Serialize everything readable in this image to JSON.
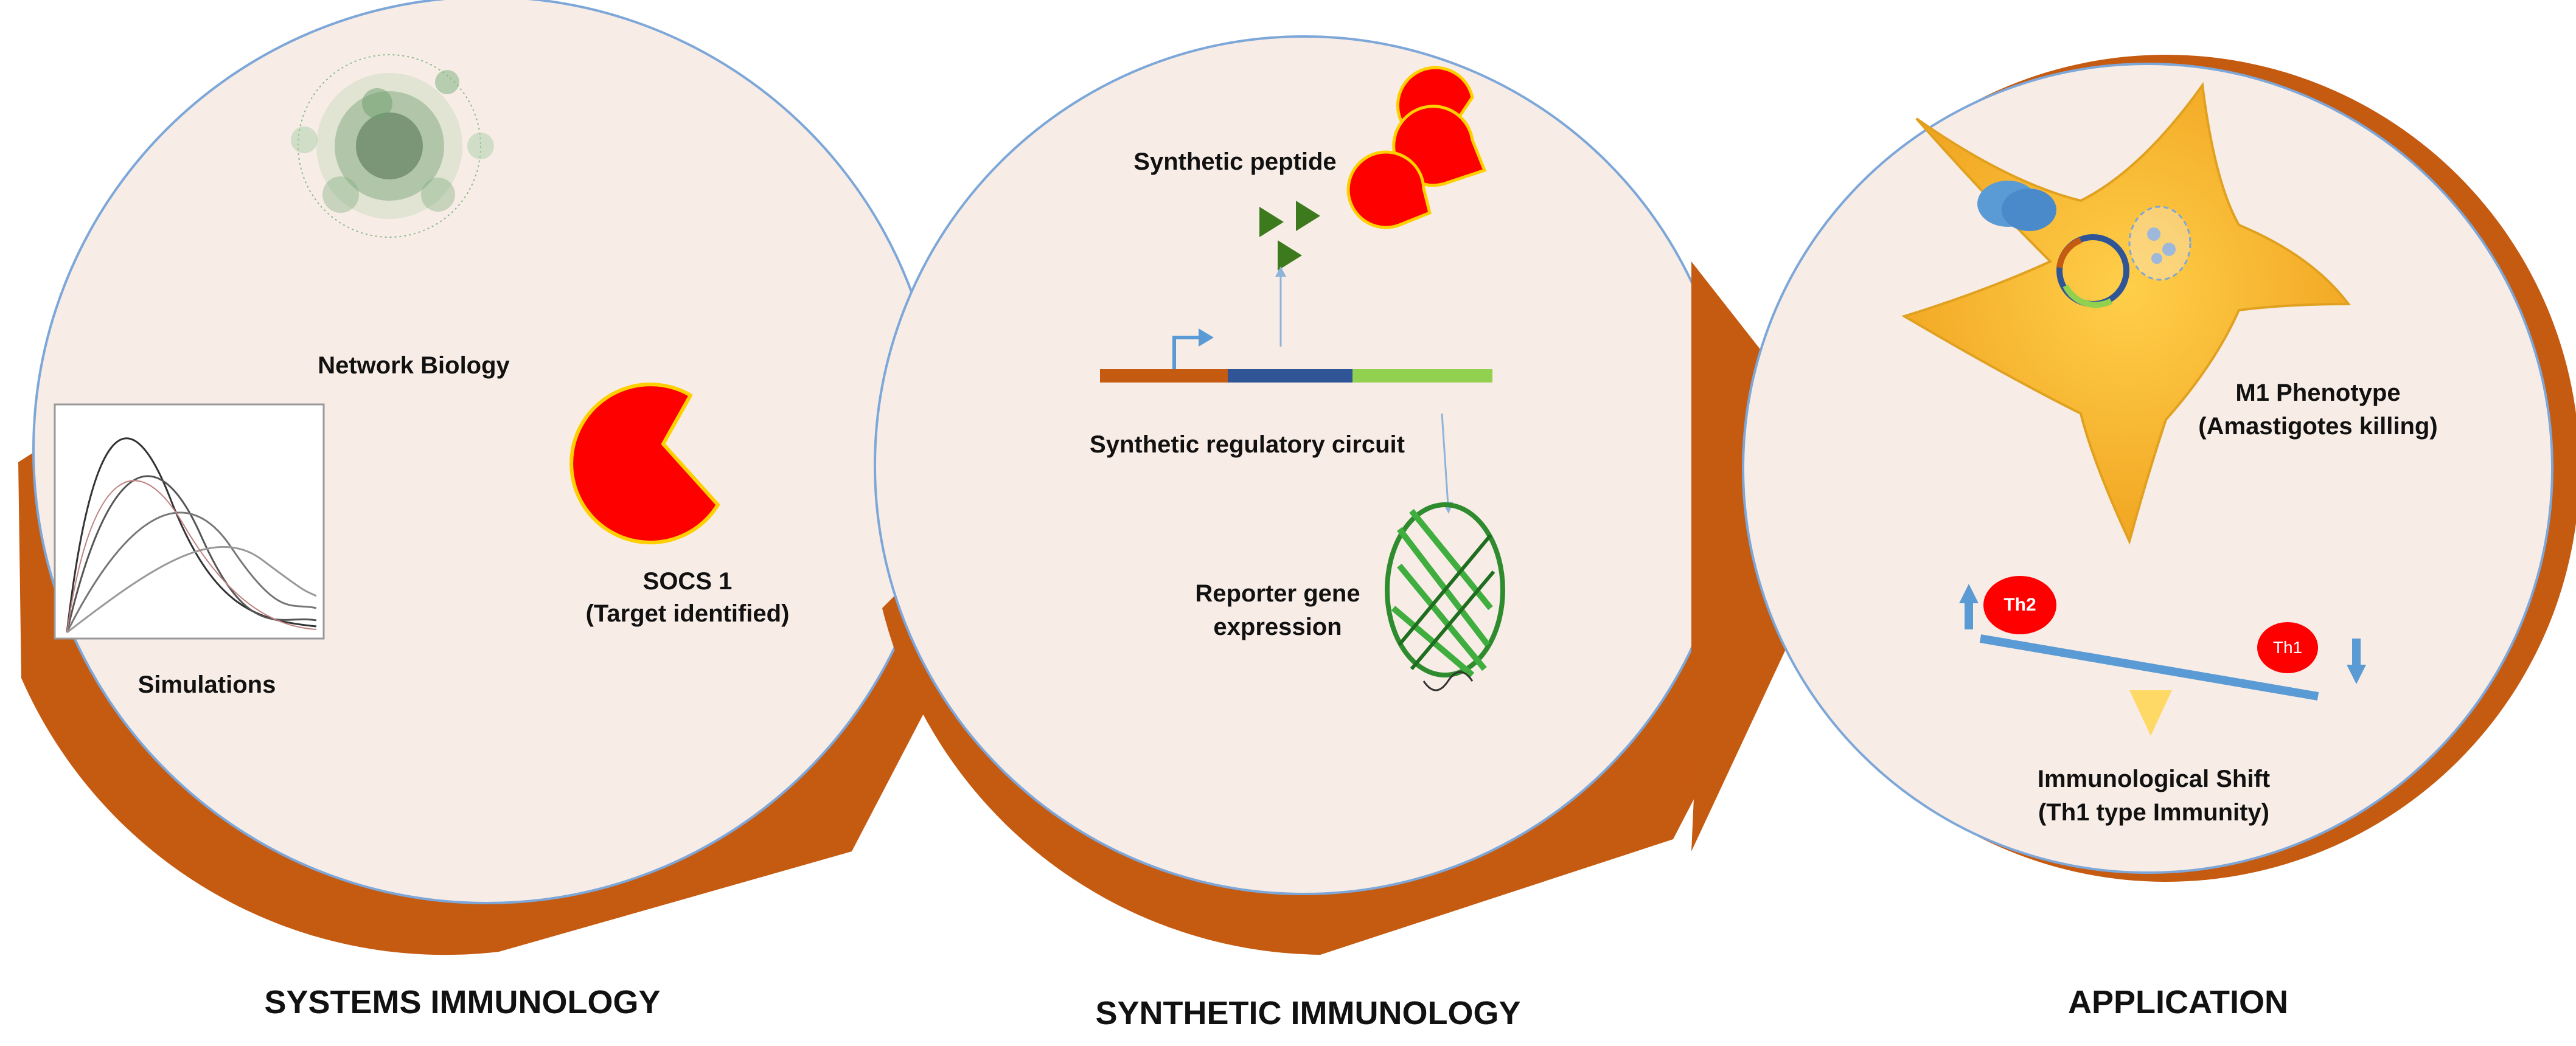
{
  "panels": [
    {
      "caption": "SYSTEMS IMMUNOLOGY",
      "labels": {
        "network": "Network Biology",
        "simulations": "Simulations",
        "target_line1": "SOCS 1",
        "target_line2": "(Target identified)"
      }
    },
    {
      "caption": "SYNTHETIC IMMUNOLOGY",
      "labels": {
        "peptide": "Synthetic peptide",
        "circuit": "Synthetic regulatory circuit",
        "reporter_line1": "Reporter gene",
        "reporter_line2": "expression"
      }
    },
    {
      "caption": "APPLICATION",
      "labels": {
        "phenotype_line1": "M1 Phenotype",
        "phenotype_line2": "(Amastigotes killing)",
        "th2": "Th2",
        "th1": "Th1",
        "shift_line1": "Immunological Shift",
        "shift_line2": "(Th1 type Immunity)"
      }
    }
  ],
  "colors": {
    "orange": "#C55A11",
    "circle_fill": "#F8EDE6",
    "circle_stroke": "#7DA7D9",
    "pacman": "#FF0000",
    "pacman_stroke": "#FFD000",
    "cell": "#F5B731",
    "arrow_blue": "#6FA3D8",
    "triangle_green": "#3D7A1E",
    "dna_orange": "#C55A11",
    "dna_blue": "#2F5597",
    "dna_green": "#92D050"
  }
}
